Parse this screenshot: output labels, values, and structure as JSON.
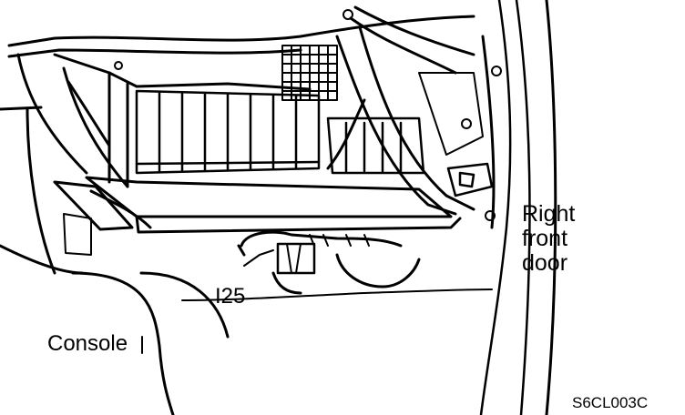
{
  "labels": {
    "right_front_door": [
      "Right",
      "front",
      "door"
    ],
    "connector": "I25",
    "console": "Console",
    "figure_code": "S6CL003C"
  },
  "colors": {
    "ink": "#000000",
    "paper": "#ffffff"
  }
}
